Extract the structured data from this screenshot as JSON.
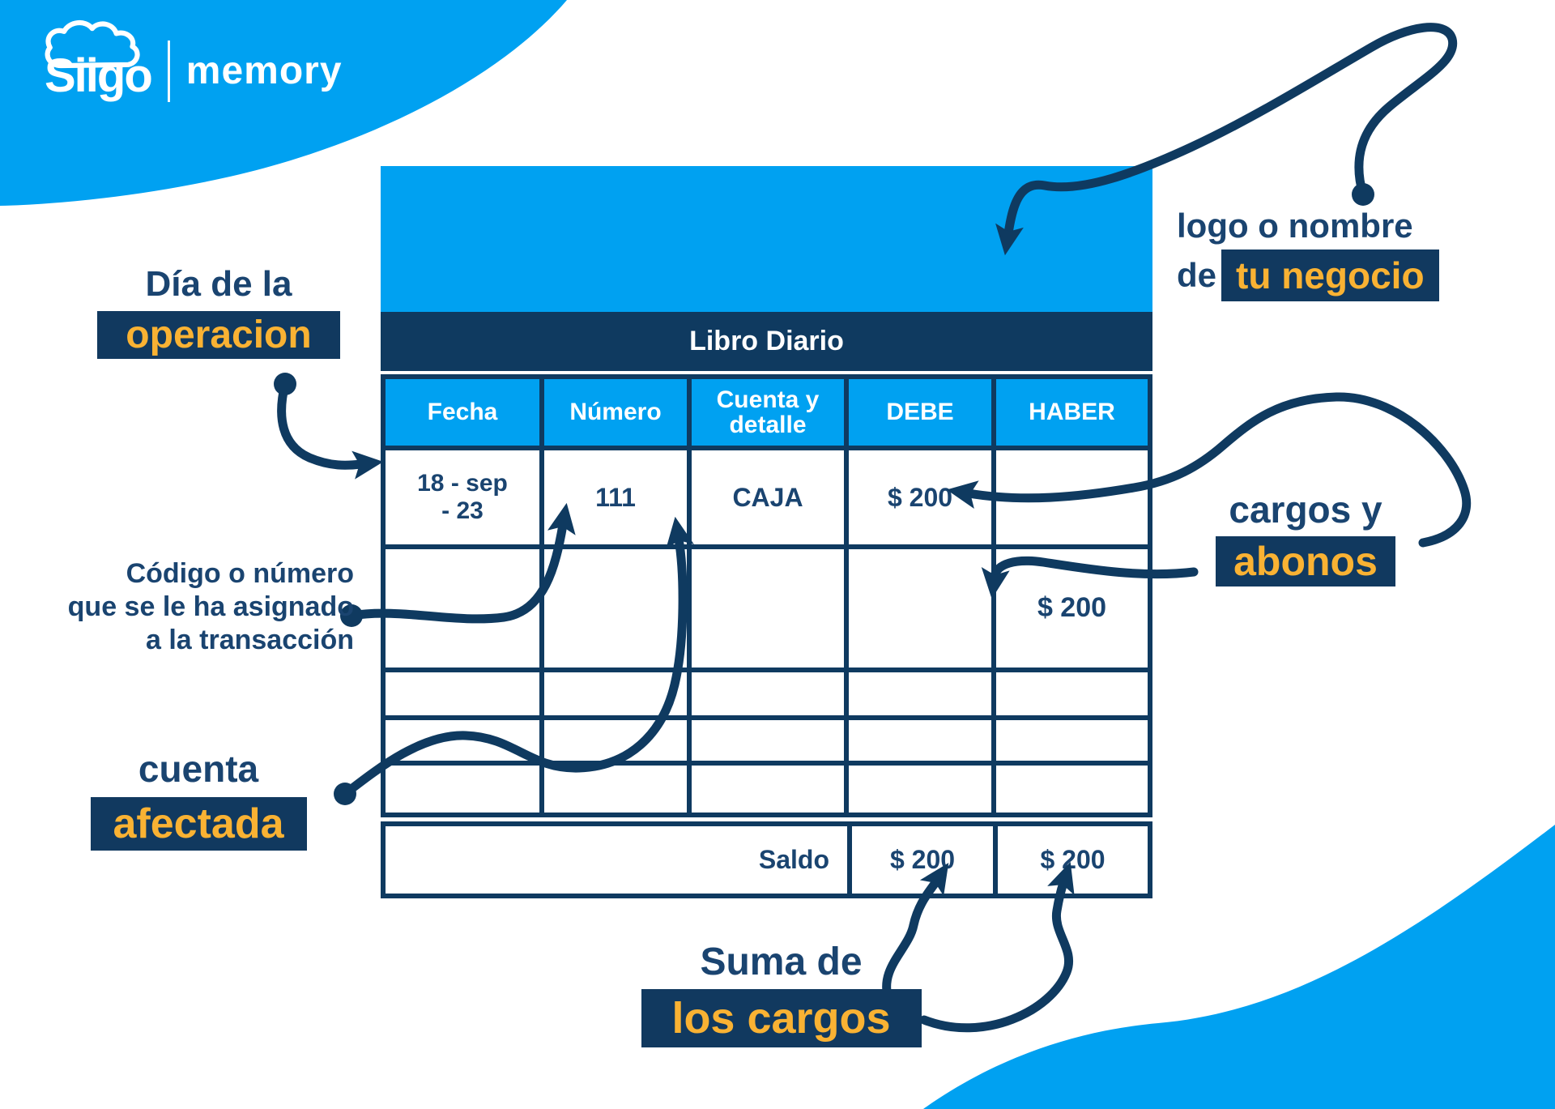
{
  "brand": {
    "name": "Siigo",
    "product": "memory"
  },
  "table": {
    "title": "Libro Diario",
    "columns": [
      "Fecha",
      "Número",
      "Cuenta y detalle",
      "DEBE",
      "HABER"
    ],
    "entry": {
      "date_line1": "18 - sep",
      "date_line2": "- 23",
      "numero": "111",
      "cuenta": "CAJA",
      "debe": "$ 200"
    },
    "credit_haber": "$ 200",
    "saldo": {
      "label": "Saldo",
      "debe": "$ 200",
      "haber": "$ 200"
    }
  },
  "annotations": {
    "dia": {
      "text": "Día de la",
      "highlight": "operacion"
    },
    "logo": {
      "line1": "logo o nombre",
      "prefix": "de",
      "highlight": "tu negocio"
    },
    "codigo": {
      "line1": "Código o número",
      "line2": "que se le ha",
      "line2_bold": "asignado",
      "line3": "a la transacción"
    },
    "cargos": {
      "text": "cargos y",
      "highlight": "abonos"
    },
    "cuenta": {
      "text": "cuenta",
      "highlight": "afectada"
    },
    "suma": {
      "text": "Suma de",
      "highlight": "los cargos"
    }
  },
  "colors": {
    "blue": "#00A1F1",
    "navy": "#0F3A60",
    "navy_text": "#1A4470",
    "yellow": "#F9B233",
    "white": "#FFFFFF"
  }
}
